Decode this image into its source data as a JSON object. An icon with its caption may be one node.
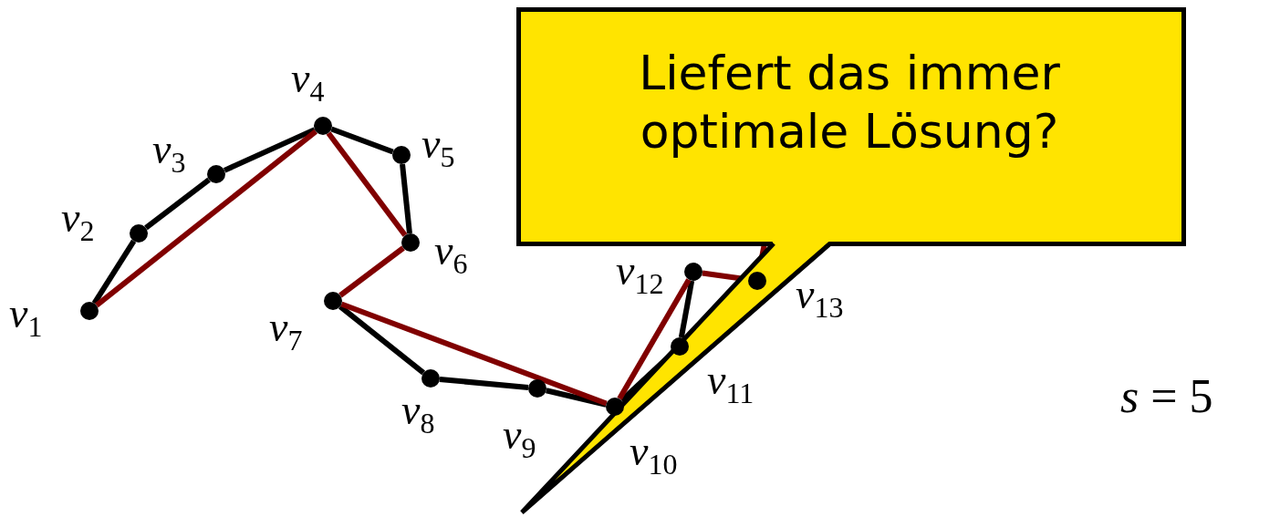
{
  "diagram": {
    "nodes": [
      {
        "text": [],
        "shape": "circle",
        "beside": [
          "*v*$_{1}$"
        ]
      },
      {
        "text": [],
        "shape": "circle",
        "beside": [
          "*v*$_{2}$"
        ]
      },
      {
        "text": [],
        "shape": "circle",
        "beside": [
          "*v*$_{3}$"
        ]
      },
      {
        "text": [],
        "shape": "circle",
        "beside": [
          "*v*$_{4}$"
        ]
      },
      {
        "text": [],
        "shape": "circle",
        "beside": [
          "*v*$_{5}$"
        ]
      },
      {
        "text": [],
        "shape": "circle",
        "beside": [
          "*v*$_{6}$"
        ]
      },
      {
        "text": [],
        "shape": "circle",
        "beside": [
          "*v*$_{7}$"
        ]
      },
      {
        "text": [],
        "shape": "circle",
        "beside": [
          "*v*$_{8}$"
        ]
      },
      {
        "text": [],
        "shape": "circle",
        "beside": [
          "*v*$_{9}$"
        ]
      },
      {
        "text": [],
        "shape": "circle",
        "beside": [
          "*v*$_{10}$"
        ]
      },
      {
        "text": [],
        "shape": "circle",
        "beside": [
          "*v*$_{11}$"
        ]
      },
      {
        "text": [],
        "shape": "circle",
        "beside": [
          "*v*$_{12}$"
        ]
      },
      {
        "text": [],
        "shape": "circle",
        "beside": [
          "*v*$_{13}$"
        ]
      },
      {
        "text": [
          "Liefert das immer optimale Lösung?"
        ]
      }
    ],
    "edges": [
      {
        "from": 0,
        "to": 1,
        "arrow": "none"
      },
      {
        "from": 1,
        "to": 2,
        "arrow": "none"
      },
      {
        "from": 2,
        "to": 3,
        "arrow": "none"
      },
      {
        "from": 3,
        "to": 4,
        "arrow": "none"
      },
      {
        "from": 4,
        "to": 5,
        "arrow": "none"
      },
      {
        "from": 6,
        "to": 7,
        "arrow": "none"
      },
      {
        "from": 7,
        "to": 8,
        "arrow": "none"
      },
      {
        "from": 8,
        "to": 9,
        "arrow": "none"
      },
      {
        "from": 9,
        "to": 10,
        "arrow": "none"
      },
      {
        "from": 10,
        "to": 11,
        "arrow": "none"
      },
      {
        "from": 0,
        "to": 3,
        "arrow": "none",
        "color": "#800000"
      },
      {
        "from": 3,
        "to": 5,
        "arrow": "none",
        "color": "#800000"
      },
      {
        "from": 5,
        "to": 6,
        "arrow": "none",
        "color": "#800000"
      },
      {
        "from": 6,
        "to": 9,
        "arrow": "none",
        "color": "#800000"
      },
      {
        "from": 9,
        "to": 11,
        "arrow": "none",
        "color": "#800000"
      },
      {
        "from": 11,
        "to": 12,
        "arrow": "none",
        "color": "#800000"
      },
      {
        "from": 12,
        "to": 13,
        "arrow": "none",
        "color": "#800000"
      }
    ],
    "labels": [
      "*s* = 5"
    ]
  }
}
